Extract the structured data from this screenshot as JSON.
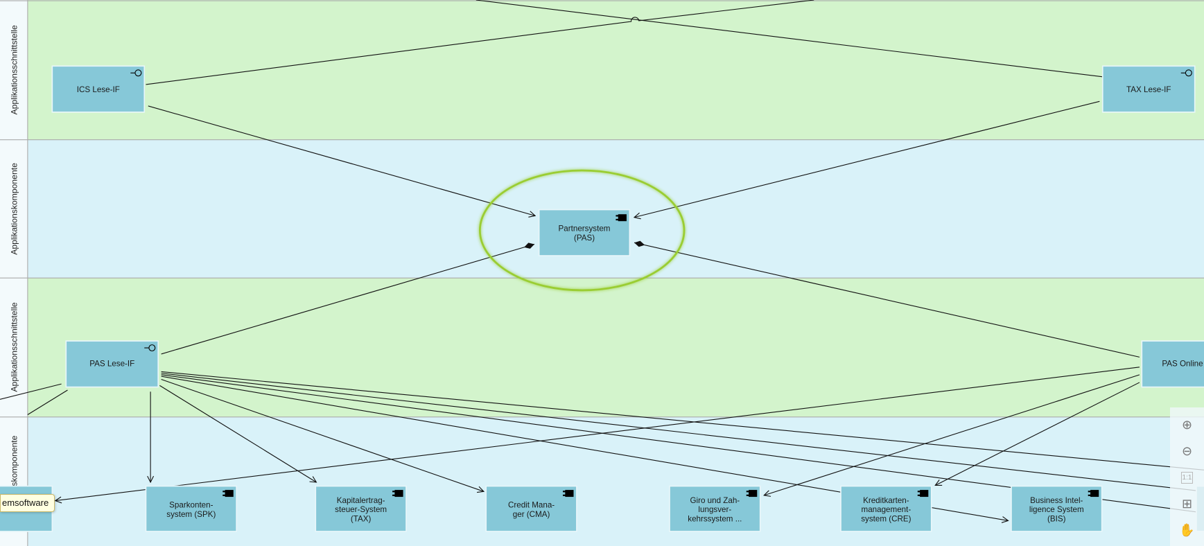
{
  "lanes": [
    {
      "label": "Applikationsschnittstelle",
      "color": "#d3f4cc"
    },
    {
      "label": "Applikationskomponente",
      "color": "#d9f2f9"
    },
    {
      "label": "Applikationsschnittstelle",
      "color": "#d3f4cc"
    },
    {
      "label": "Applikationskomponente",
      "color": "#d9f2f9"
    }
  ],
  "nodes": {
    "ics": {
      "line1": "ICS Lese-IF",
      "icon": "interface-icon"
    },
    "tax_if": {
      "line1": "TAX Lese-IF",
      "icon": "interface-icon"
    },
    "pas": {
      "line1": "Partnersystem",
      "line2": "(PAS)",
      "icon": "component-icon"
    },
    "pas_lese": {
      "line1": "PAS Lese-IF",
      "icon": "interface-icon"
    },
    "pas_online": {
      "line1": "PAS Online",
      "icon": "interface-icon"
    },
    "spk": {
      "line1": "Sparkonten-",
      "line2": "system (SPK)"
    },
    "tax": {
      "line1": "Kapitalertrag-",
      "line2": "steuer-System",
      "line3": "(TAX)"
    },
    "cma": {
      "line1": "Credit Mana-",
      "line2": "ger (CMA)"
    },
    "giro": {
      "line1": "Giro und Zah-",
      "line2": "lungsver-",
      "line3": "kehrssystem ..."
    },
    "cre": {
      "line1": "Kreditkarten-",
      "line2": "management-",
      "line3": "system (CRE)"
    },
    "bis": {
      "line1": "Business Intel-",
      "line2": "ligence System",
      "line3": "(BIS)"
    }
  },
  "tooltip": "emsoftware",
  "highlight_color": "#9acd32",
  "toolbar": {
    "fit_label": "1:1"
  }
}
